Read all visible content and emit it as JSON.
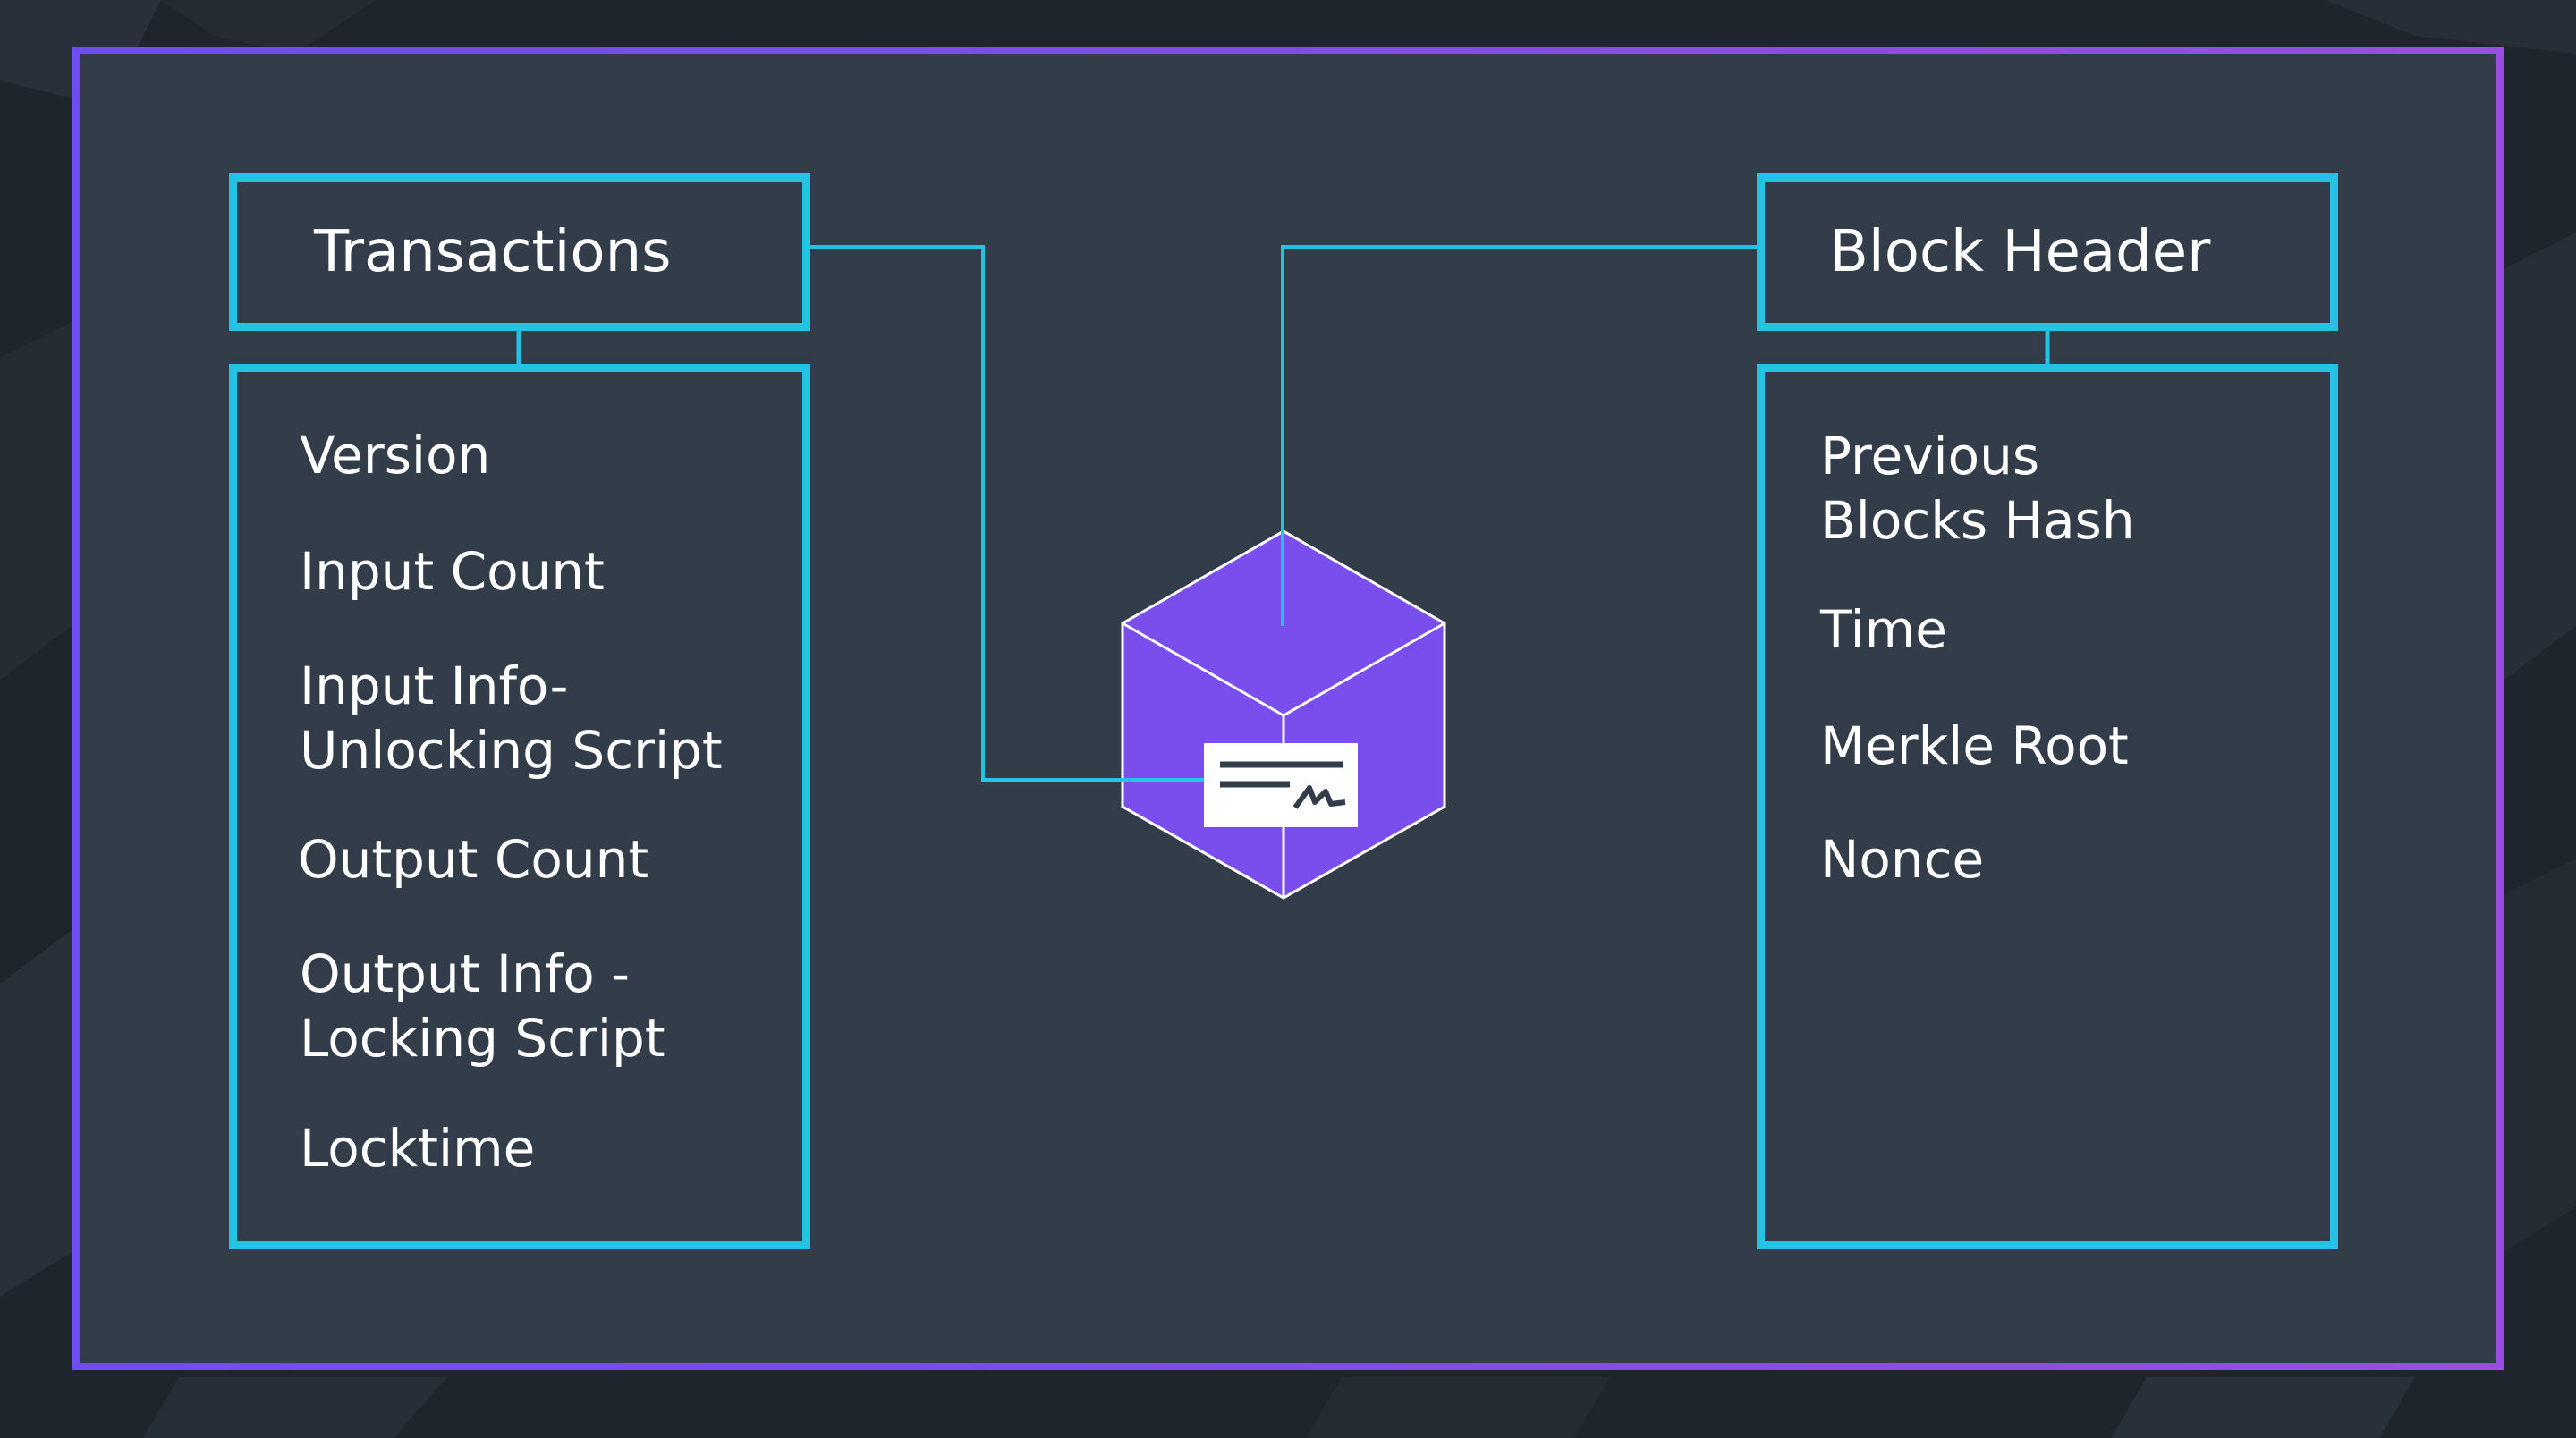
{
  "transactions": {
    "title": "Transactions",
    "fields": [
      "Version",
      "Input Count",
      "Input Info-\nUnlocking Script",
      "Output Count",
      "Output Info -\nLocking Script",
      "Locktime"
    ]
  },
  "block_header": {
    "title": "Block Header",
    "fields": [
      "Previous\nBlocks Hash",
      "Time",
      "Merkle Root",
      "Nonce"
    ]
  },
  "colors": {
    "accent": "#25c3e3",
    "block_purple": "#7a4ded",
    "frame_purple": "#7d4ee6",
    "panel": "#323d49",
    "background": "#1f252c"
  },
  "icons": {
    "center": "block-cube-with-signed-document-icon"
  }
}
